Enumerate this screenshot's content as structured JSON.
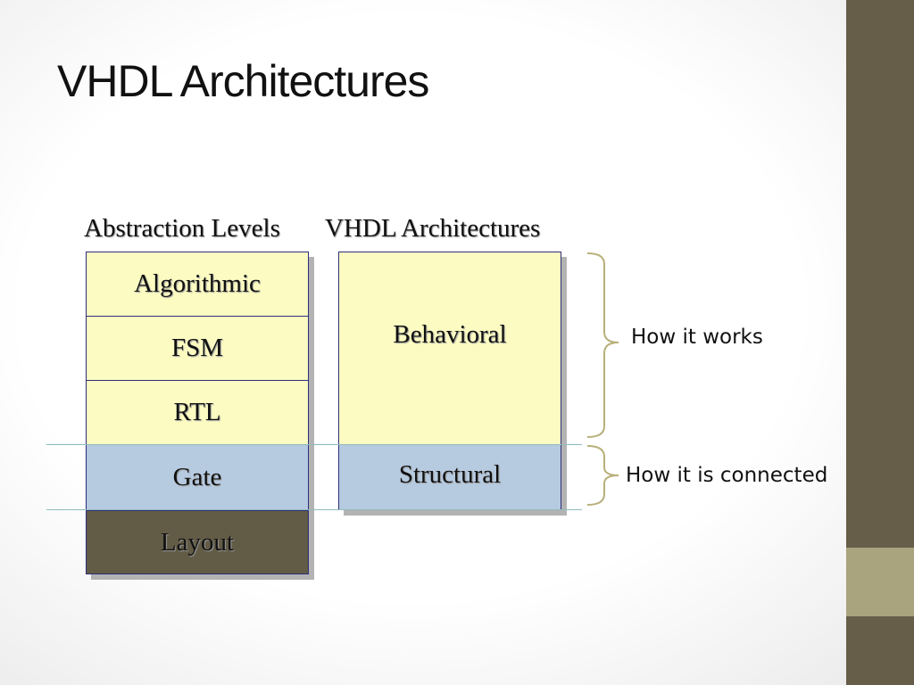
{
  "title": "VHDL Architectures",
  "headings": {
    "abstraction": "Abstraction Levels",
    "architectures": "VHDL Architectures"
  },
  "abstraction_levels": [
    "Algorithmic",
    "FSM",
    "RTL",
    "Gate",
    "Layout"
  ],
  "architectures": [
    "Behavioral",
    "Structural"
  ],
  "notes": {
    "behavioral": "How it works",
    "structural": "How it is connected"
  },
  "colors": {
    "sidebar": "#665e49",
    "sidebar_accent": "#a9a37e",
    "yellow_fill": "#fbfbc2",
    "blue_fill": "#b6cae0",
    "dark_fill": "#625b46",
    "border": "#2e2e7a",
    "brace": "#b8b07a"
  }
}
